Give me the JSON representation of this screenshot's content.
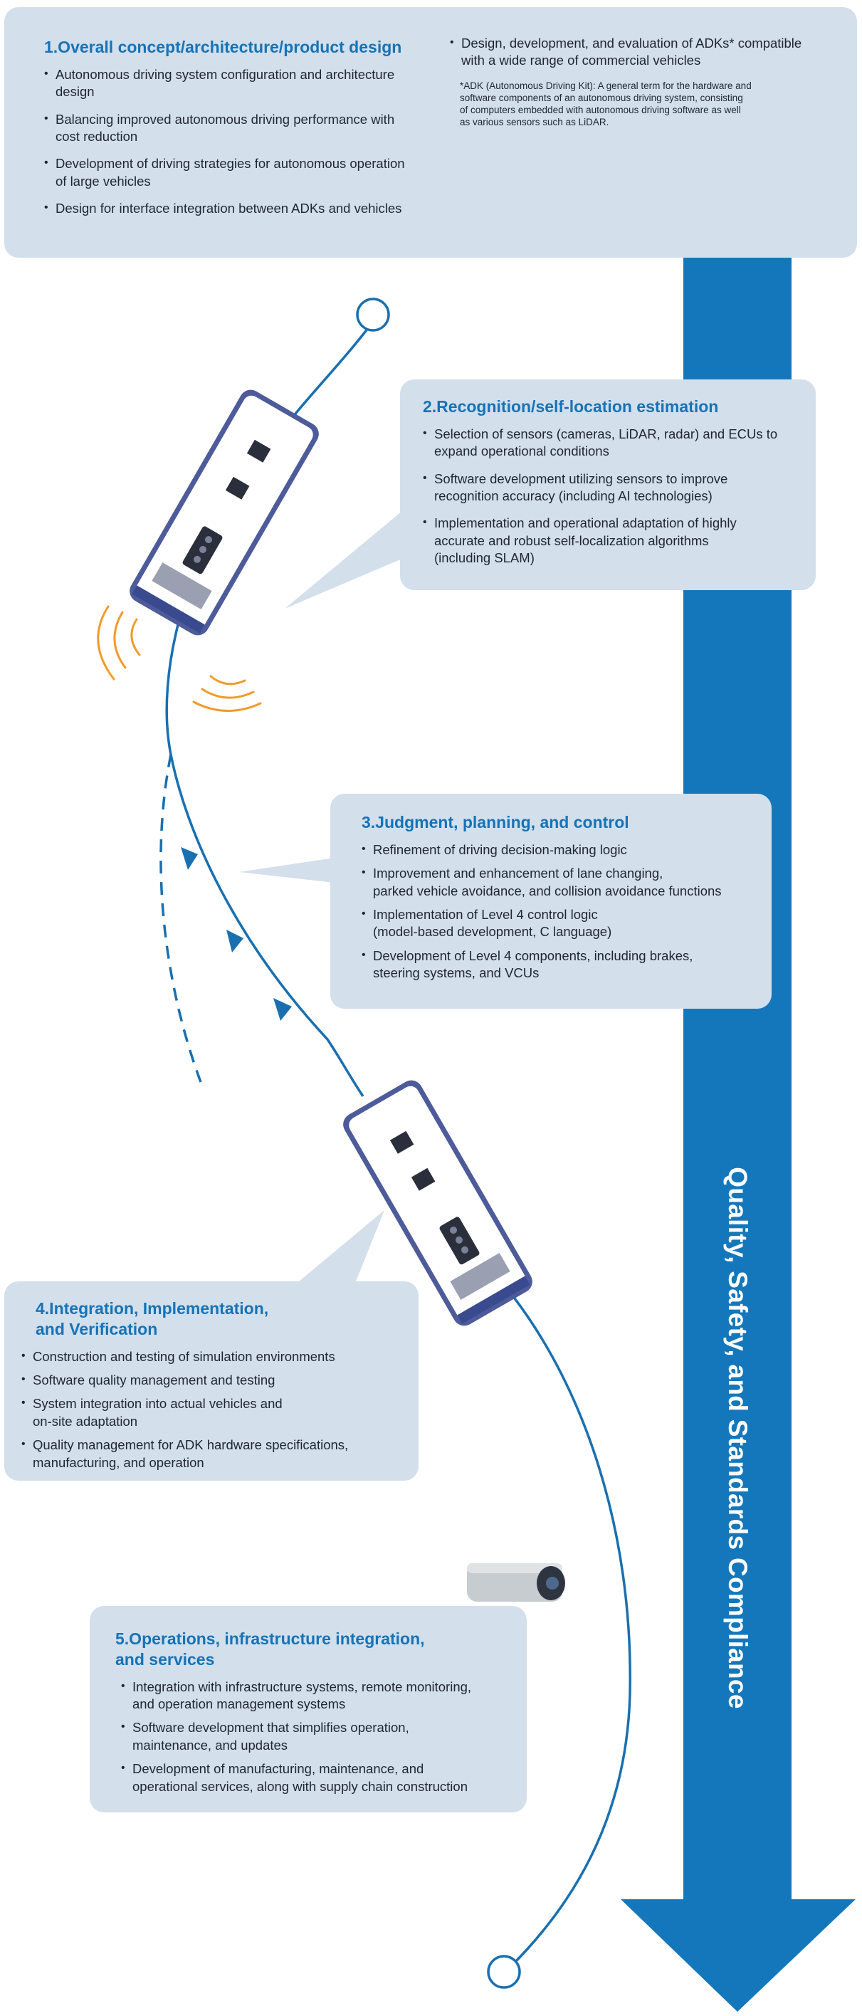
{
  "banner": {
    "label": "Quality, Safety, and Standards Compliance",
    "color": "#1577bb"
  },
  "colors": {
    "box_background": "#d3dfeb",
    "heading": "#1573b7",
    "route": "#1a6fb0",
    "sensor_waves": "#f39a2a"
  },
  "sections": [
    {
      "title": "1.Overall concept/architecture/product design",
      "items_left": [
        "Autonomous driving system configuration and architecture\ndesign",
        "Balancing improved autonomous driving performance with\ncost reduction",
        "Development of driving strategies for autonomous operation\nof large vehicles",
        "Design for interface integration between ADKs and vehicles"
      ],
      "items_right": [
        "Design, development, and evaluation of ADKs* compatible\nwith a wide range of commercial vehicles"
      ],
      "note": "*ADK (Autonomous Driving Kit): A general term for the hardware and\nsoftware components of an autonomous driving system, consisting\nof computers embedded with autonomous driving software as well\nas various sensors such as LiDAR."
    },
    {
      "title": "2.Recognition/self-location estimation",
      "items": [
        "Selection of sensors (cameras, LiDAR, radar) and ECUs to\nexpand operational conditions",
        "Software development utilizing sensors to improve\nrecognition accuracy (including AI technologies)",
        "Implementation and operational adaptation of highly\naccurate and robust self-localization algorithms\n(including SLAM)"
      ]
    },
    {
      "title": "3.Judgment, planning, and control",
      "items": [
        "Refinement of driving decision-making logic",
        "Improvement and enhancement of lane changing,\nparked vehicle avoidance, and collision avoidance functions",
        "Implementation of Level 4 control logic\n(model-based development, C language)",
        "Development of Level 4 components, including brakes,\nsteering systems, and VCUs"
      ]
    },
    {
      "title": "4.Integration, Implementation,\n   and Verification",
      "items": [
        "Construction and testing of simulation environments",
        "Software quality management and testing",
        "System integration into actual vehicles and\non-site adaptation",
        "Quality management for ADK hardware specifications,\nmanufacturing, and operation"
      ]
    },
    {
      "title": "5.Operations, infrastructure integration,\n   and services",
      "items": [
        "Integration with infrastructure systems, remote monitoring,\nand operation management systems",
        "Software development that simplifies operation,\nmaintenance, and updates",
        "Development of manufacturing, maintenance, and\noperational services, along with supply chain construction"
      ]
    }
  ]
}
